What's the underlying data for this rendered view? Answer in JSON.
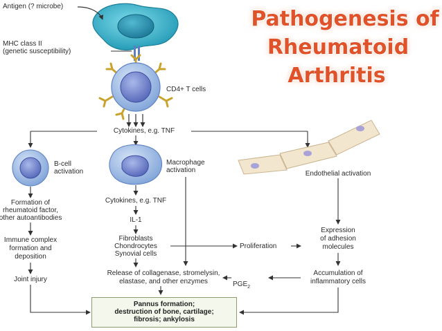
{
  "title": {
    "line1": "Pathogenesis of",
    "line2": "Rheumatoid",
    "line3": "Arthritis"
  },
  "labels": {
    "antigen": "Antigen (? microbe)",
    "mhc_line1": "MHC class II",
    "mhc_line2": "(genetic susceptibility)",
    "cd4": "CD4+ T cells",
    "cytokines_top": "Cytokines, e.g. TNF",
    "bcell_line1": "B-cell",
    "bcell_line2": "activation",
    "macro_line1": "Macrophage",
    "macro_line2": "activation",
    "endothelial": "Endothelial activation",
    "rf_line1": "Formation of",
    "rf_line2": "rheumatoid factor,",
    "rf_line3": "other autoantibodies",
    "ic_line1": "Immune complex",
    "ic_line2": "formation and",
    "ic_line3": "deposition",
    "joint": "Joint injury",
    "cytokines_mid": "Cytokines, e.g. TNF",
    "il1": "IL-1",
    "fib_line1": "Fibroblasts",
    "fib_line2": "Chondrocytes",
    "fib_line3": "Synovial cells",
    "proliferation": "Proliferation",
    "expr_line1": "Expression",
    "expr_line2": "of adhesion",
    "expr_line3": "molecules",
    "release_line1": "Release of collagenase, stromelysin,",
    "release_line2": "elastase, and other enzymes",
    "pge2": "PGE",
    "pge2_sub": "2",
    "accum_line1": "Accumulation of",
    "accum_line2": "inflammatory cells",
    "final_line1": "Pannus formation;",
    "final_line2": "destruction of bone, cartilage;",
    "final_line3": "fibrosis; ankylosis"
  },
  "colors": {
    "title": "#e0522a",
    "antigen_cell": "#3fb5cc",
    "immune_cell": "#8fb3e0",
    "receptor": "#d4b13a",
    "endothelium": "#f3e6cf",
    "final_box": "#f4f8ec"
  }
}
